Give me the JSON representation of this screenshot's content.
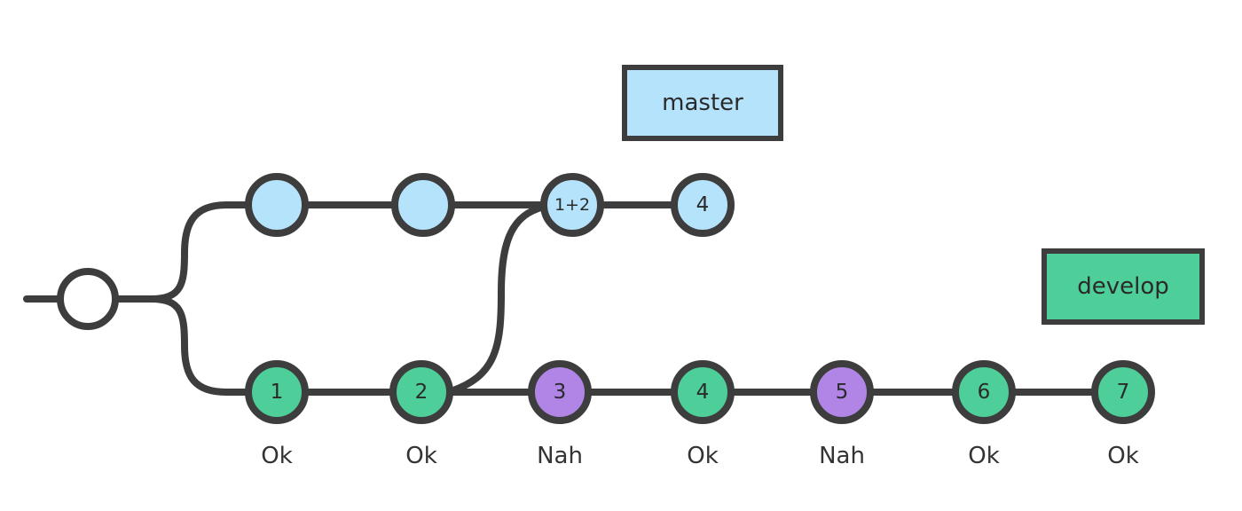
{
  "colors": {
    "master": "#b5e3fb",
    "develop": "#4ecf99",
    "rejected": "#b085e6",
    "root": "#ffffff",
    "line": "#3d3d3d"
  },
  "branches": {
    "master_label": "master",
    "develop_label": "develop"
  },
  "master_commits": [
    {
      "label": ""
    },
    {
      "label": ""
    },
    {
      "label": "1+2"
    },
    {
      "label": "4"
    }
  ],
  "develop_commits": [
    {
      "label": "1",
      "status": "Ok"
    },
    {
      "label": "2",
      "status": "Ok"
    },
    {
      "label": "3",
      "status": "Nah"
    },
    {
      "label": "4",
      "status": "Ok"
    },
    {
      "label": "5",
      "status": "Nah"
    },
    {
      "label": "6",
      "status": "Ok"
    },
    {
      "label": "7",
      "status": "Ok"
    }
  ]
}
